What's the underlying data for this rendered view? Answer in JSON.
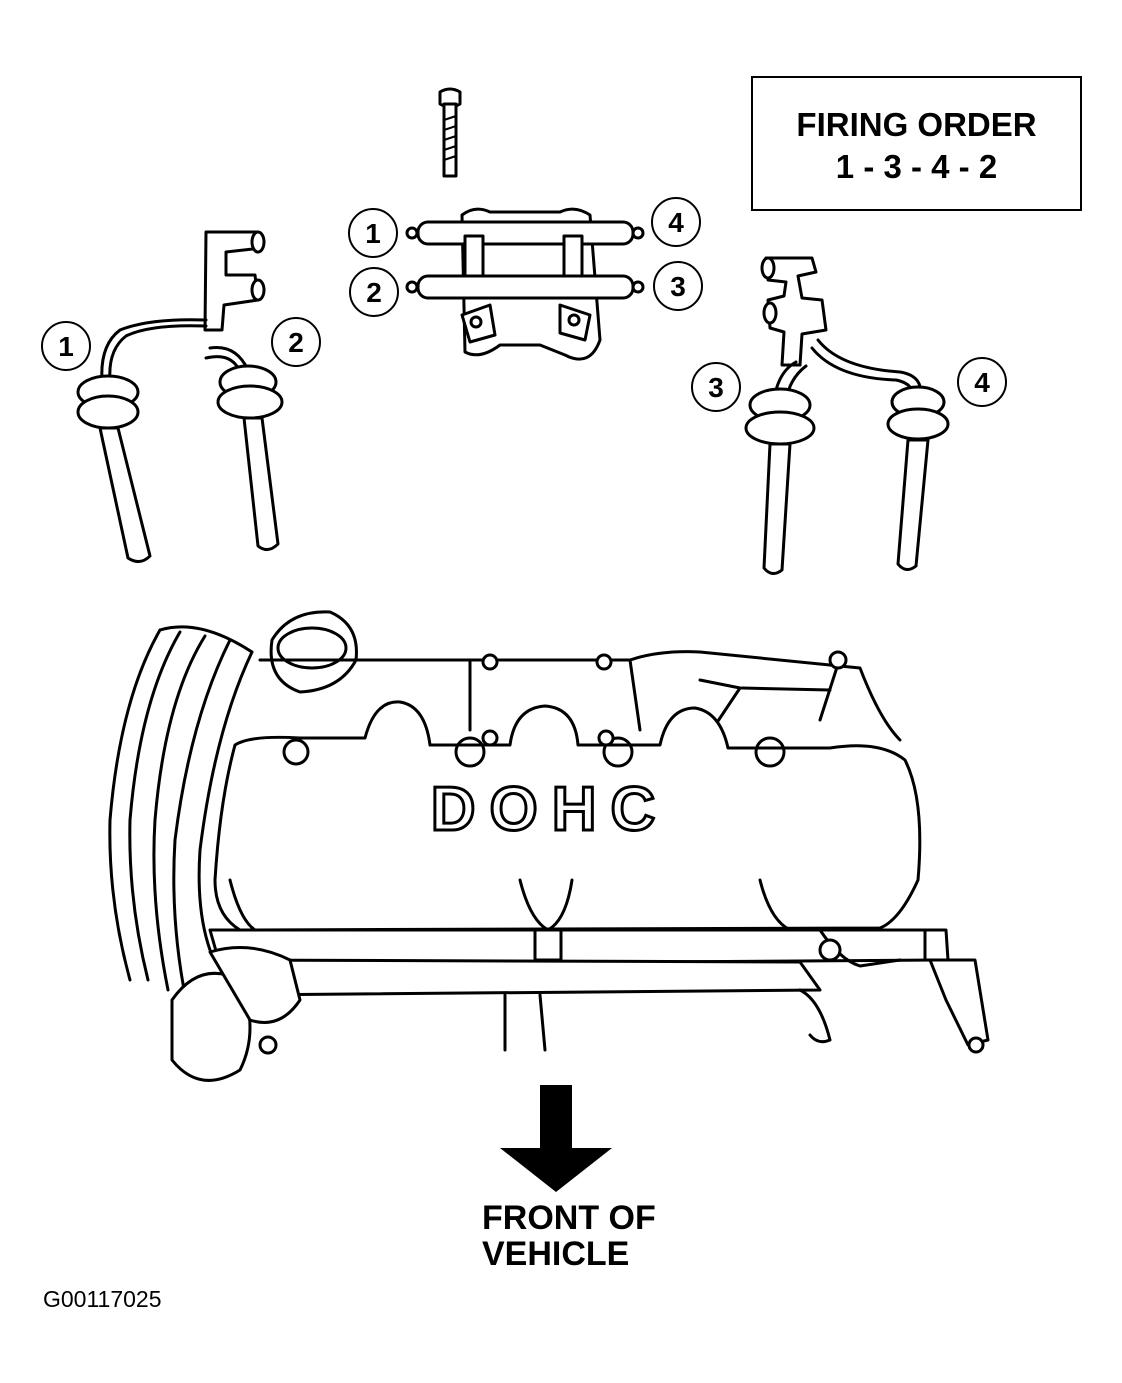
{
  "firing_order": {
    "title": "FIRING ORDER",
    "sequence": "1 - 3 - 4 - 2"
  },
  "callouts": {
    "left_wire_1": "1",
    "left_wire_2": "2",
    "coil_1": "1",
    "coil_2": "2",
    "coil_3": "3",
    "coil_4": "4",
    "right_wire_3": "3",
    "right_wire_4": "4"
  },
  "engine_label": "DOHC",
  "direction": {
    "line1": "FRONT OF",
    "line2": "VEHICLE"
  },
  "figure_id": "G00117025"
}
